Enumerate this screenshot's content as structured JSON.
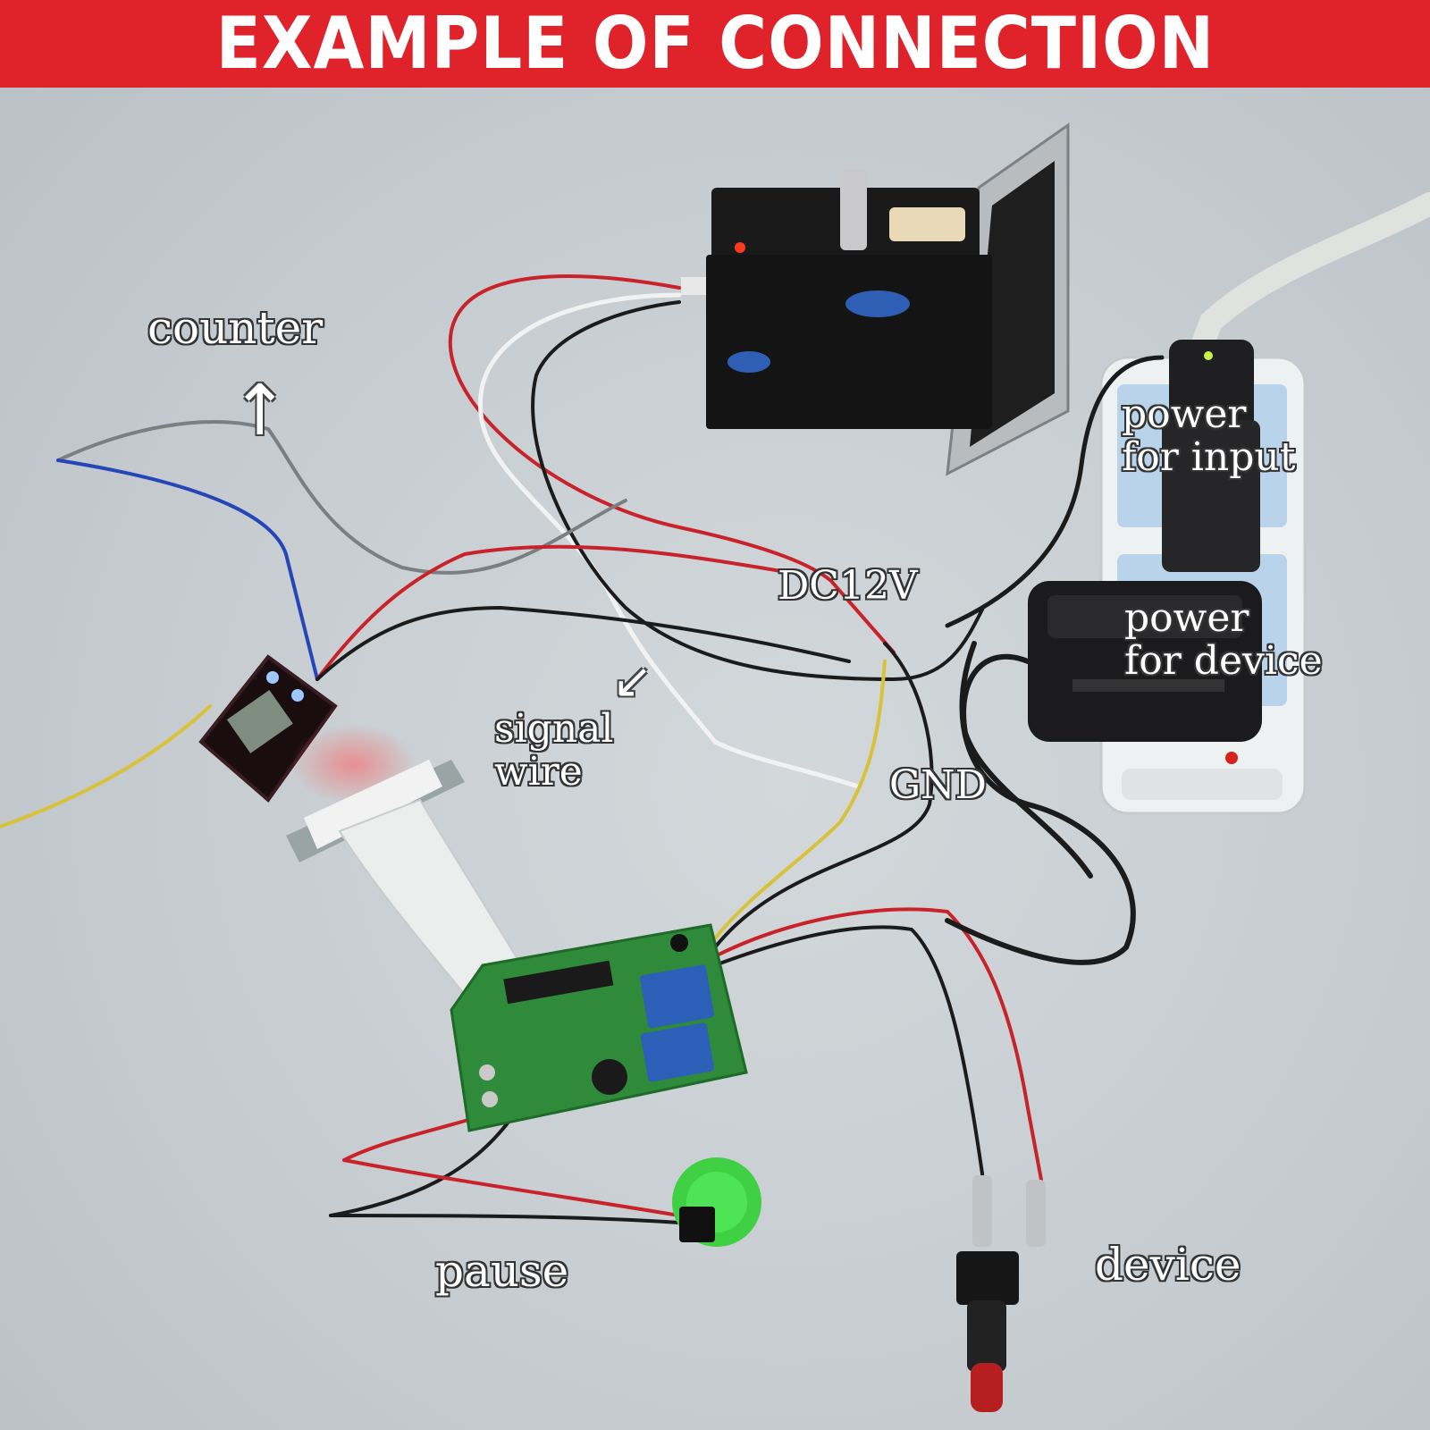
{
  "banner": {
    "title": "EXAMPLE OF CONNECTION",
    "color": "#e0222a"
  },
  "labels": {
    "counter": "counter",
    "dc12v": "DC12V",
    "power_input": "power\nfor input",
    "power_device": "power\nfor device",
    "signal_wire": "signal\nwire",
    "gnd": "GND",
    "pause": "pause",
    "device": "device"
  },
  "icons": {
    "counter_arrow": "up-arrow-icon",
    "signal_arrow": "down-left-arrow-icon"
  },
  "colors": {
    "wire_red": "#c8232a",
    "wire_black": "#1b1b1b",
    "wire_white": "#f2f2f2",
    "wire_yellow": "#d8c23a",
    "wire_blue": "#2446b8",
    "wire_gray": "#7c7f82",
    "pcb_green": "#2f8a3a",
    "button_green": "#3fd044"
  }
}
